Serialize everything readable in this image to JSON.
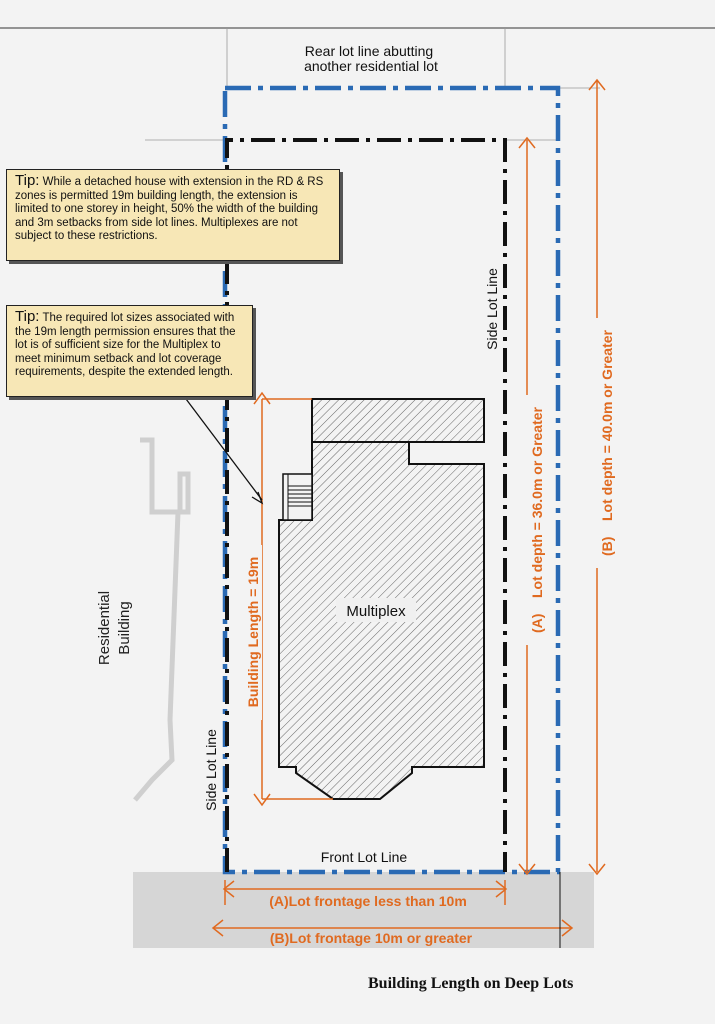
{
  "labels": {
    "rear_lot_line_1": "Rear lot line abutting",
    "rear_lot_line_2": "another residential lot",
    "side_lot_line_right": "Side Lot Line",
    "side_lot_line_left": "Side Lot Line",
    "front_lot_line": "Front Lot Line",
    "multiplex": "Multiplex",
    "residential_building_1": "Residential",
    "residential_building_2": "Building"
  },
  "dimensions": {
    "building_length": "Building Length = 19m",
    "lot_depth_a": "(A)    Lot depth = 36.0m or Greater",
    "lot_depth_b": "(B)    Lot depth = 40.0m or Greater",
    "frontage_a": "(A)Lot frontage less than 10m",
    "frontage_b": "(B)Lot frontage 10m or greater"
  },
  "tips": [
    {
      "head": "Tip:",
      "body": "While a detached house with extension in the RD & RS zones is permitted 19m building length, the extension is limited to one storey in height, 50% the width of the building and 3m setbacks from side lot lines. Multiplexes are not subject to these restrictions."
    },
    {
      "head": "Tip:",
      "body": "The required lot sizes associated with the 19m length permission ensures that the lot is of sufficient size for the Multiplex to meet minimum setback and lot coverage requirements, despite the extended length."
    }
  ],
  "caption": "Building Length on Deep Lots",
  "colors": {
    "dimension": "#e06a20",
    "lot_line_b": "#2a6ab4",
    "lot_line_a": "#111111",
    "tip_fill": "#f7e7b6",
    "street": "#d6d6d6"
  }
}
